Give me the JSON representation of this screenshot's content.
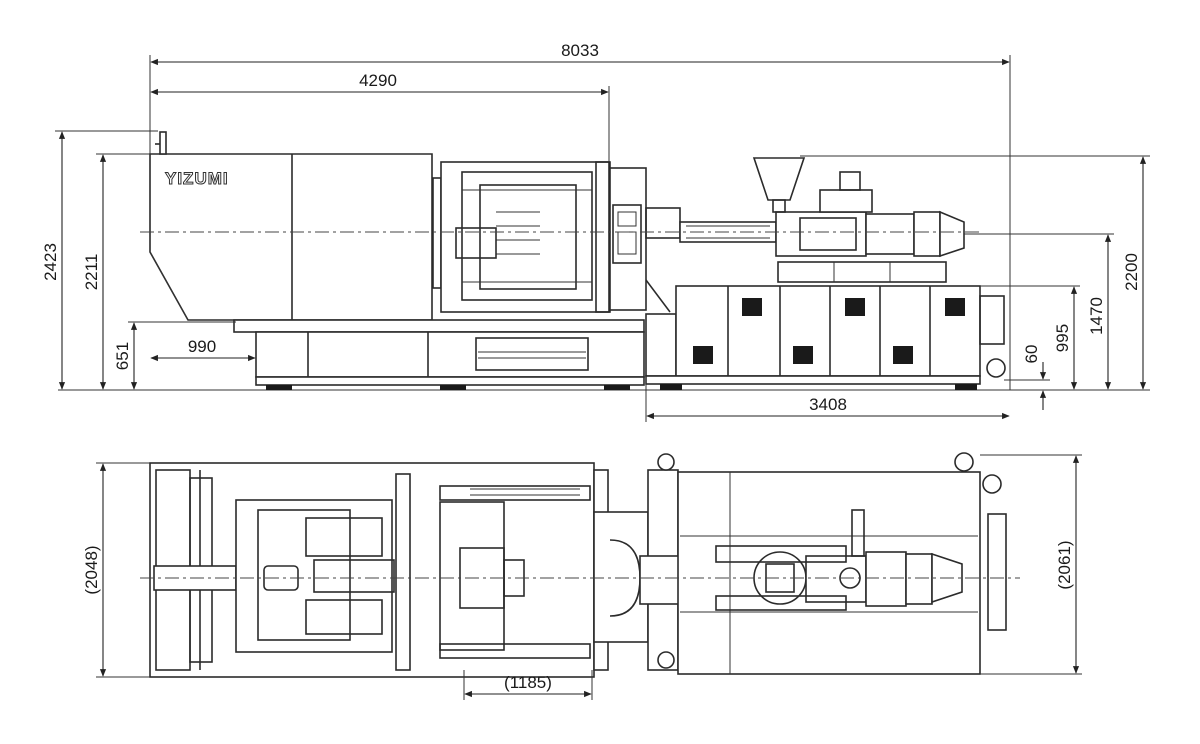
{
  "brand": {
    "logo_text": "YIZUMI"
  },
  "dimensions": {
    "overall_length": "8033",
    "clamp_length": "4290",
    "overall_height": "2423",
    "clamp_height": "2211",
    "base_height_left": "651",
    "offset_left": "990",
    "injection_unit_length": "3408",
    "hopper_height": "2200",
    "injection_top_height": "1470",
    "injection_base_height": "995",
    "foot_height": "60",
    "clamp_width": "(2048)",
    "injection_width": "(2061)",
    "nozzle_stroke": "(1185)"
  }
}
